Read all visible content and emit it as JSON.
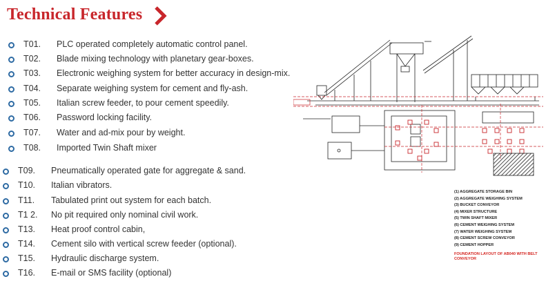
{
  "header": {
    "title": "Technical Features",
    "arrow_icon": "chevron-right-icon",
    "accent": "#c8262b"
  },
  "features": [
    {
      "code": "T01.",
      "text": "PLC operated completely automatic control panel."
    },
    {
      "code": "T02.",
      "text": "Blade mixing technology with planetary gear-boxes."
    },
    {
      "code": "T03.",
      "text": "Electronic weighing system for better accuracy in design-mix."
    },
    {
      "code": "T04.",
      "text": "Separate weighing system for cement and fly-ash."
    },
    {
      "code": "T05.",
      "text": "Italian screw feeder, to pour cement speedily."
    },
    {
      "code": "T06.",
      "text": "Password locking facility."
    },
    {
      "code": "T07.",
      "text": "Water and ad-mix pour by weight."
    },
    {
      "code": "T08.",
      "text": "Imported Twin Shaft mixer"
    },
    {
      "code": "T09.",
      "text": "Pneumatically operated gate for aggregate & sand."
    },
    {
      "code": "T10.",
      "text": "Italian vibrators."
    },
    {
      "code": "T11.",
      "text": "Tabulated print out system for each batch."
    },
    {
      "code": "T1 2.",
      "text": "No pit required only nominal civil work."
    },
    {
      "code": "T13.",
      "text": "Heat proof control cabin,"
    },
    {
      "code": "T14.",
      "text": "Cement silo with vertical screw feeder (optional)."
    },
    {
      "code": "T15.",
      "text": "Hydraulic discharge system."
    },
    {
      "code": "T16.",
      "text": "E-mail or SMS facility (optional)"
    }
  ],
  "bullet_color": "#2d6aa3",
  "legend": {
    "items": [
      "(1) AGGREGATE STORAGE BIN",
      "(2) AGGREGATE WEIGHING SYSTEM",
      "(3) BUCKET CONVEYOR",
      "(4) MIXER STRUCTURE",
      "(5) TWIN SHAFT MIXER",
      "(6) CEMENT WEIGHING SYSTEM",
      "(7) WATER WEIGHING SYSTEM",
      "(8) CEMENT SCREW CONVEYOR",
      "(9) CEMENT HOPPER"
    ],
    "footnote": "FOUNDATION LAYOUT OF AB040 WITH BELT CONVEYOR",
    "footnote_color": "#d4241f"
  }
}
